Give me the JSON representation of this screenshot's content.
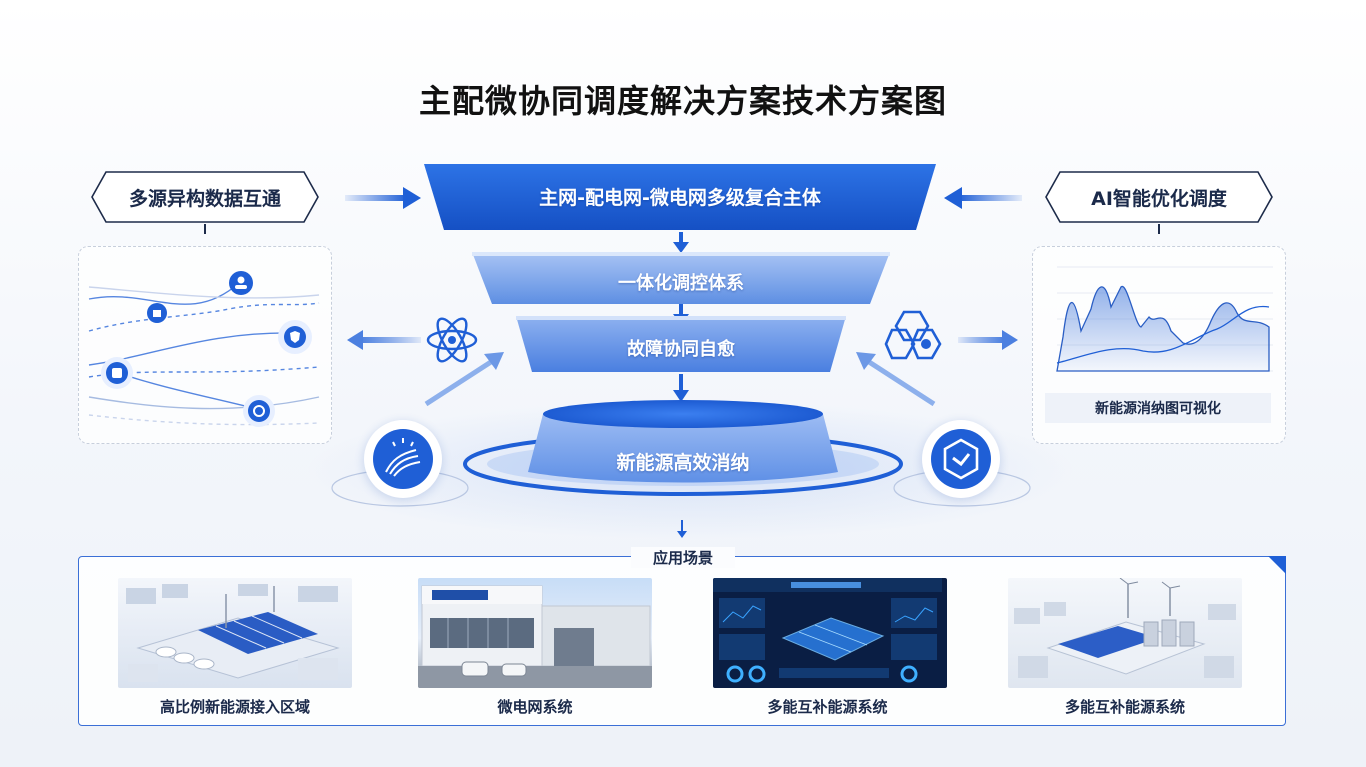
{
  "title": "主配微协同调度解决方案技术方案图",
  "left_label": "多源异构数据互通",
  "right_label": "AI智能优化调度",
  "tiers": {
    "top": "主网-配电网-微电网多级复合主体",
    "t2": "一体化调控体系",
    "t3": "故障协同自愈",
    "base": "新能源高效消纳"
  },
  "right_panel_caption": "新能源消纳图可视化",
  "scenarios": {
    "label": "应用场景",
    "items": [
      {
        "caption": "高比例新能源接入区域"
      },
      {
        "caption": "微电网系统"
      },
      {
        "caption": "多能互补能源系统"
      },
      {
        "caption": "多能互补能源系统"
      }
    ]
  },
  "colors": {
    "primary": "#1f5fd6",
    "dark": "#0f3f9e",
    "light": "#e7efff",
    "text": "#1b2a4a"
  },
  "icons": [
    "atom-icon",
    "hex-chain-icon",
    "solar-wave-icon",
    "cube-shield-icon",
    "node-user-icon",
    "node-lock-icon",
    "node-shield-icon",
    "node-db-icon",
    "node-coin-icon"
  ]
}
